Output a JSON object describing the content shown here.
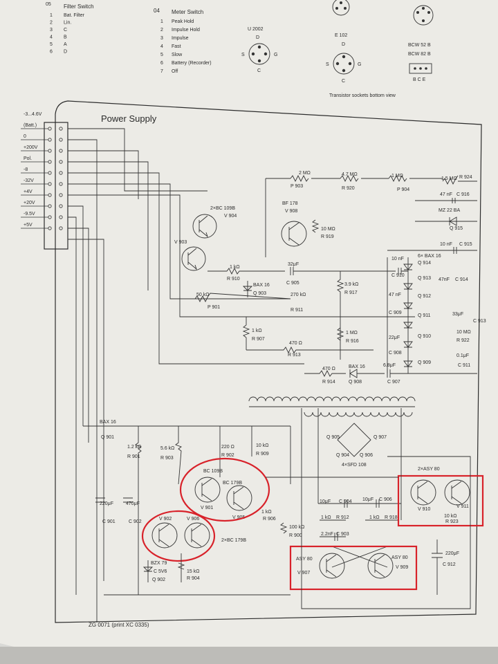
{
  "header": {
    "filter_title": "Filter Switch",
    "filter_items": [
      {
        "n": "1",
        "t": "Bat. Filter"
      },
      {
        "n": "2",
        "t": "Lin."
      },
      {
        "n": "3",
        "t": "C"
      },
      {
        "n": "4",
        "t": "B"
      },
      {
        "n": "5",
        "t": "A"
      },
      {
        "n": "6",
        "t": "D"
      }
    ],
    "meter_title_num": "04",
    "meter_title": "Meter Switch",
    "meter_items": [
      {
        "n": "1",
        "t": "Peak Hold"
      },
      {
        "n": "2",
        "t": "Impulse Hold"
      },
      {
        "n": "3",
        "t": "Impulse"
      },
      {
        "n": "4",
        "t": "Fast"
      },
      {
        "n": "5",
        "t": "Slow"
      },
      {
        "n": "6",
        "t": "Battery (Recorder)"
      },
      {
        "n": "7",
        "t": "Off"
      }
    ],
    "socket_u2002": "U 2002",
    "socket_e102": "E 102",
    "socket_bcw_a": "BCW 52 B",
    "socket_bcw_b": "BCW 82 B",
    "pin_d": "D",
    "pin_s": "S",
    "pin_g": "G",
    "pin_c": "C",
    "pin_b": "B",
    "pin_e": "E",
    "bce": "B C E",
    "socket_note": "Transistor sockets bottom view"
  },
  "schematic": {
    "title": "Power Supply",
    "footer": "ZG 0071 (print XC 0335)",
    "rails": [
      "-3...4.6V",
      "(Batt.)",
      "0",
      "+200V",
      "Pol.",
      "-8",
      "-32V",
      "+4V",
      "+20V",
      "-9.5V",
      "+5V"
    ],
    "components": {
      "p903": "P 903",
      "p903_val": "2 MΩ",
      "r920": "R 920",
      "r920_val": "4.7 MΩ",
      "p904": "P 904",
      "p904_val": "1 MΩ",
      "r924": "R 924",
      "r924_val": "1.5 MΩ",
      "c916": "C 916",
      "c916_val": "47 nF",
      "q915": "Q 915",
      "q915_val": "MZ 22 BA",
      "c915": "C 915",
      "c915_val": "10 nF",
      "v904_type": "2×BC 109B",
      "v904": "V 904",
      "v908_type": "BF 178",
      "v908": "V 908",
      "r919": "R 919",
      "r919_val": "10 MΩ",
      "v903": "V 903",
      "r910": "R 910",
      "r910_val": "1 kΩ",
      "c905": "C 905",
      "c905_val": "32μF",
      "q903": "Q 903",
      "q903_val": "BAX 16",
      "r917": "R 917",
      "r917_val": "3.9 kΩ",
      "p901": "P 901",
      "p901_val": "50 kΩ",
      "r911": "R 911",
      "r911_val": "270 kΩ",
      "r907": "R 907",
      "r907_val": "1 kΩ",
      "r913": "R 913",
      "r913_val": "470 Ω",
      "r916": "R 916",
      "r916_val": "1 MΩ",
      "r914": "R 914",
      "r914_val": "470 Ω",
      "q908": "Q 908",
      "q908_val": "BAX 16",
      "c907": "C 907",
      "c907_val": "6.8μF",
      "c910": "C 910",
      "c910_val": "10 nF",
      "q914": "Q 914",
      "q914_val": "6× BAX 16",
      "q913": "Q 913",
      "c914": "C 914",
      "c914_val": "47nF",
      "q912": "Q 912",
      "c909": "C 909",
      "c909_val": "47 nF",
      "q911": "Q 911",
      "c913": "C 913",
      "c913_val": "33μF",
      "c908": "C 908",
      "c908_val": "22μF",
      "q910": "Q 910",
      "r922": "R 922",
      "r922_val": "10 MΩ",
      "q909": "Q 909",
      "c911": "C 911",
      "c911_val": "0.1μF",
      "q901": "Q 901",
      "q901_val": "BAX 16",
      "r901": "R 901",
      "r901_val": "1.2 kΩ",
      "r903": "R 903",
      "r903_val": "5.6 kΩ",
      "r902": "R 902",
      "r902_val": "220 Ω",
      "r909": "R 909",
      "r909_val": "10 kΩ",
      "q905": "Q 905",
      "q907": "Q 907",
      "q904": "Q 904",
      "q906": "Q 906",
      "bridge": "4×SFD 108",
      "asy_pair": "2×ASY 80",
      "v901_type": "BC 109B",
      "v901": "V 901",
      "v905_type": "BC 179B",
      "v905": "V 905",
      "r906": "R 906",
      "r906_val": "1 kΩ",
      "c904": "C 904",
      "c904_val": "10μF",
      "c906": "C 906",
      "c906_val": "10μF",
      "r912": "R 912",
      "r912_val": "1 kΩ",
      "r918": "R 918",
      "r918_val": "1 kΩ",
      "v910": "V 910",
      "v911": "V 911",
      "r923": "R 923",
      "r923_val": "10 kΩ",
      "c901": "C 901",
      "c901_val": "220μF",
      "c902": "C 902",
      "c902_val": "470μF",
      "v902": "V 902",
      "v906": "V 906",
      "v906_type": "2×BC 179B",
      "r900": "R 900",
      "r900_val": "100 kΩ",
      "c903": "C 903",
      "c903_val": "2.2nF",
      "q902_type": "BZX 79",
      "q902_val": "C 5V6",
      "q902": "Q 902",
      "r904": "R 904",
      "r904_val": "15 kΩ",
      "v907_type": "ASY 80",
      "v907": "V 907",
      "v909_type": "ASY 80",
      "v909": "V 909",
      "c912": "C 912",
      "c912_val": "220μF"
    }
  },
  "colors": {
    "paper": "#ecebe6",
    "ink": "#2b2b2b",
    "highlight": "#d8222a",
    "background": "#d9d9d6"
  }
}
